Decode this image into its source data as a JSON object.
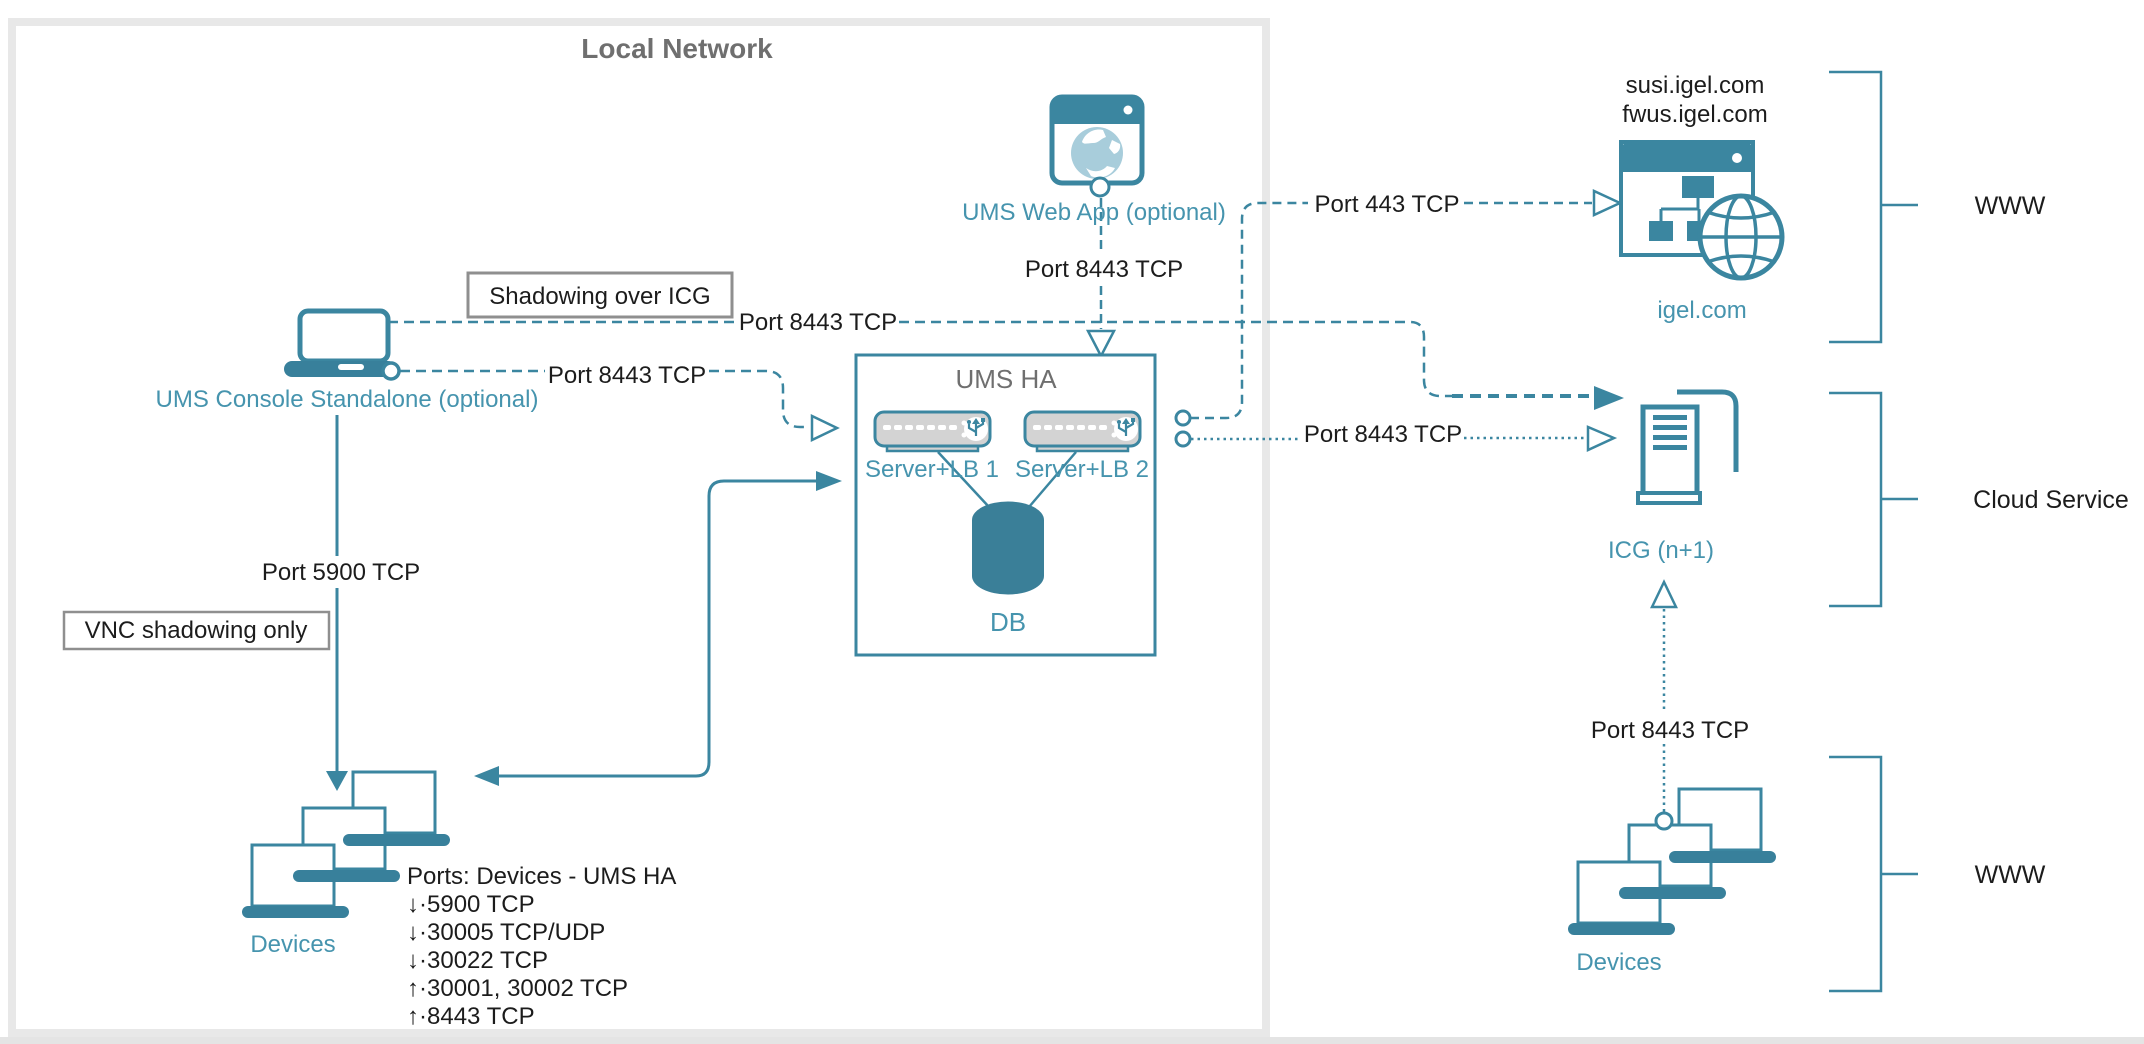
{
  "colors": {
    "teal_stroke": "#3B86A0",
    "teal_fill": "#38809B",
    "teal_text": "#4694AE",
    "db_fill": "#3A7F98",
    "server_gray": "#D3D3D3",
    "frame_gray": "#E8E8E8",
    "note_border": "#8F8F8F",
    "title_gray": "#6F6F6F",
    "globe_light": "#A8CDDB",
    "bottom_strip": "#E4E4E4"
  },
  "local_network": {
    "title": "Local Network"
  },
  "web_app": {
    "label": "UMS Web App (optional)",
    "port_to_ums": "Port 8443 TCP"
  },
  "console": {
    "label": "UMS Console Standalone (optional)",
    "shadowing_note": "Shadowing over ICG",
    "port_to_icg": "Port 8443 TCP",
    "port_to_ums": "Port 8443 TCP",
    "port_vnc": "Port 5900 TCP",
    "vnc_note": "VNC shadowing only"
  },
  "ums_ha": {
    "title": "UMS HA",
    "server1": "Server+LB 1",
    "server2": "Server+LB 2",
    "db": "DB",
    "port_to_igel": "Port 443 TCP",
    "port_to_icg": "Port 8443 TCP"
  },
  "devices_local": {
    "label": "Devices",
    "ports_title": "Ports: Devices - UMS HA",
    "ports": [
      "↓·5900 TCP",
      "↓·30005 TCP/UDP",
      "↓·30022 TCP",
      "↑·30001, 30002 TCP",
      "↑·8443 TCP"
    ]
  },
  "igel": {
    "domains": [
      "susi.igel.com",
      "fwus.igel.com"
    ],
    "label": "igel.com",
    "bracket": "WWW"
  },
  "icg": {
    "label": "ICG (n+1)",
    "bracket": "Cloud Service"
  },
  "devices_www": {
    "label": "Devices",
    "port_to_icg": "Port 8443 TCP",
    "bracket": "WWW"
  }
}
